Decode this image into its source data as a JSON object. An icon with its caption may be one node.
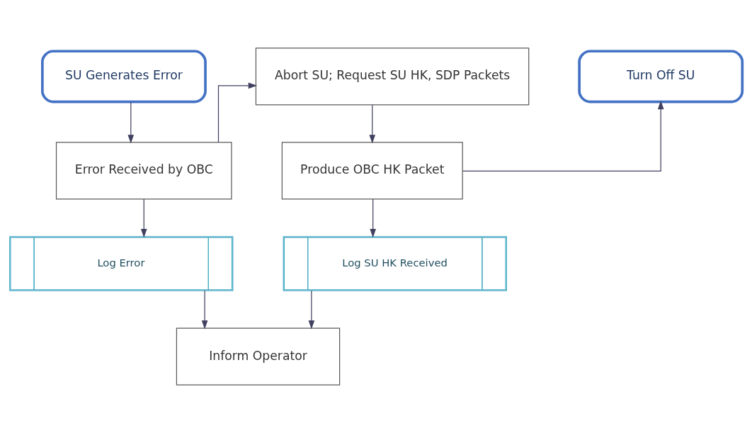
{
  "diagram": {
    "nodes": [
      {
        "text": [
          "SU Generates Error"
        ]
      },
      {
        "text": [
          "Abort SU; Request SU HK, SDP Packets"
        ]
      },
      {
        "text": [
          "Turn Off SU"
        ]
      },
      {
        "text": [
          "Error Received by OBC"
        ]
      },
      {
        "text": [
          "Produce OBC HK Packet"
        ]
      },
      {
        "text": [
          "Log Error"
        ]
      },
      {
        "text": [
          "Log SU HK Received"
        ]
      },
      {
        "text": [
          "Inform Operator"
        ]
      }
    ],
    "edges": [
      {
        "from": 0,
        "to": 3,
        "arrow": "to"
      },
      {
        "from": 3,
        "to": 1,
        "arrow": "to"
      },
      {
        "from": 1,
        "to": 4,
        "arrow": "to"
      },
      {
        "from": 4,
        "to": 2,
        "arrow": "to"
      },
      {
        "from": 3,
        "to": 5,
        "arrow": "to"
      },
      {
        "from": 4,
        "to": 6,
        "arrow": "to"
      },
      {
        "from": 5,
        "to": 7,
        "arrow": "to"
      },
      {
        "from": 6,
        "to": 7,
        "arrow": "to"
      }
    ]
  }
}
